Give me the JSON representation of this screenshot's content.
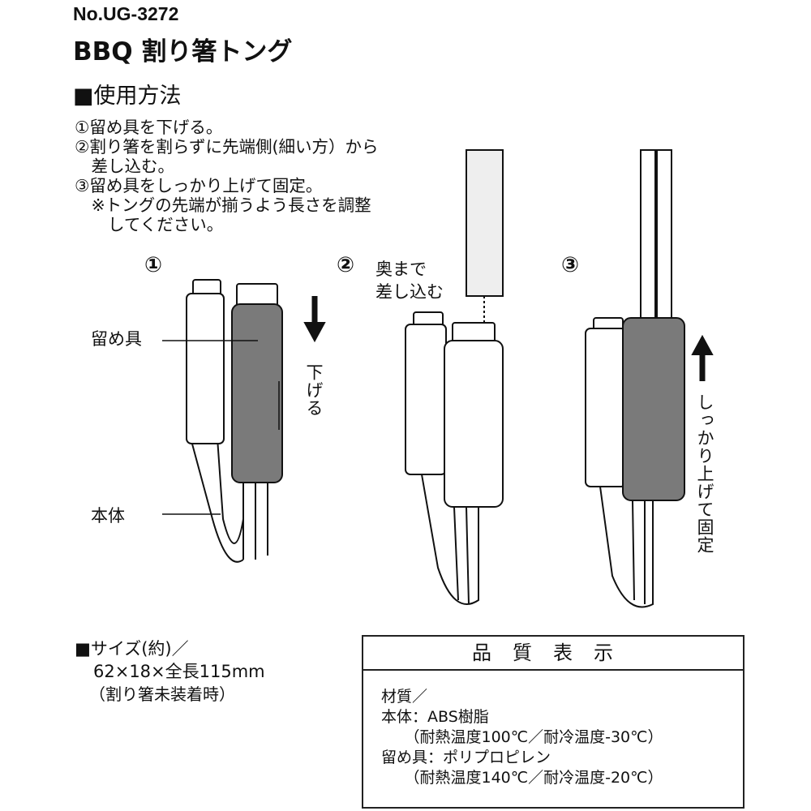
{
  "header": {
    "code": "No.UG-3272",
    "title": "BBQ 割り箸トング"
  },
  "usage": {
    "heading": "■使用方法",
    "lines": [
      "①留め具を下げる。",
      "②割り箸を割らずに先端側(細い方）から",
      "　差し込む。",
      "③留め具をしっかり上げて固定。",
      "　※トングの先端が揃うよう長さを調整",
      "　　してください。"
    ]
  },
  "figures": {
    "step1": {
      "number": "①",
      "clip_label": "留め具",
      "body_label": "本体",
      "action": "下げる"
    },
    "step2": {
      "number": "②",
      "action_line1": "奥まで",
      "action_line2": "差し込む"
    },
    "step3": {
      "number": "③",
      "action": "しっかり上げて固定"
    }
  },
  "size": {
    "heading": "■サイズ(約)／",
    "dimensions": "62×18×全長115mm",
    "note": "（割り箸未装着時）"
  },
  "quality": {
    "title": "品質表示",
    "lines": [
      "材質／",
      "本体：ABS樹脂",
      "　　（耐熱温度100℃／耐冷温度-30℃）",
      "留め具：ポリプロピレン",
      "　　（耐熱温度140℃／耐冷温度-20℃）"
    ]
  },
  "colors": {
    "clip": "#7a7a7a",
    "ink": "#111111"
  }
}
